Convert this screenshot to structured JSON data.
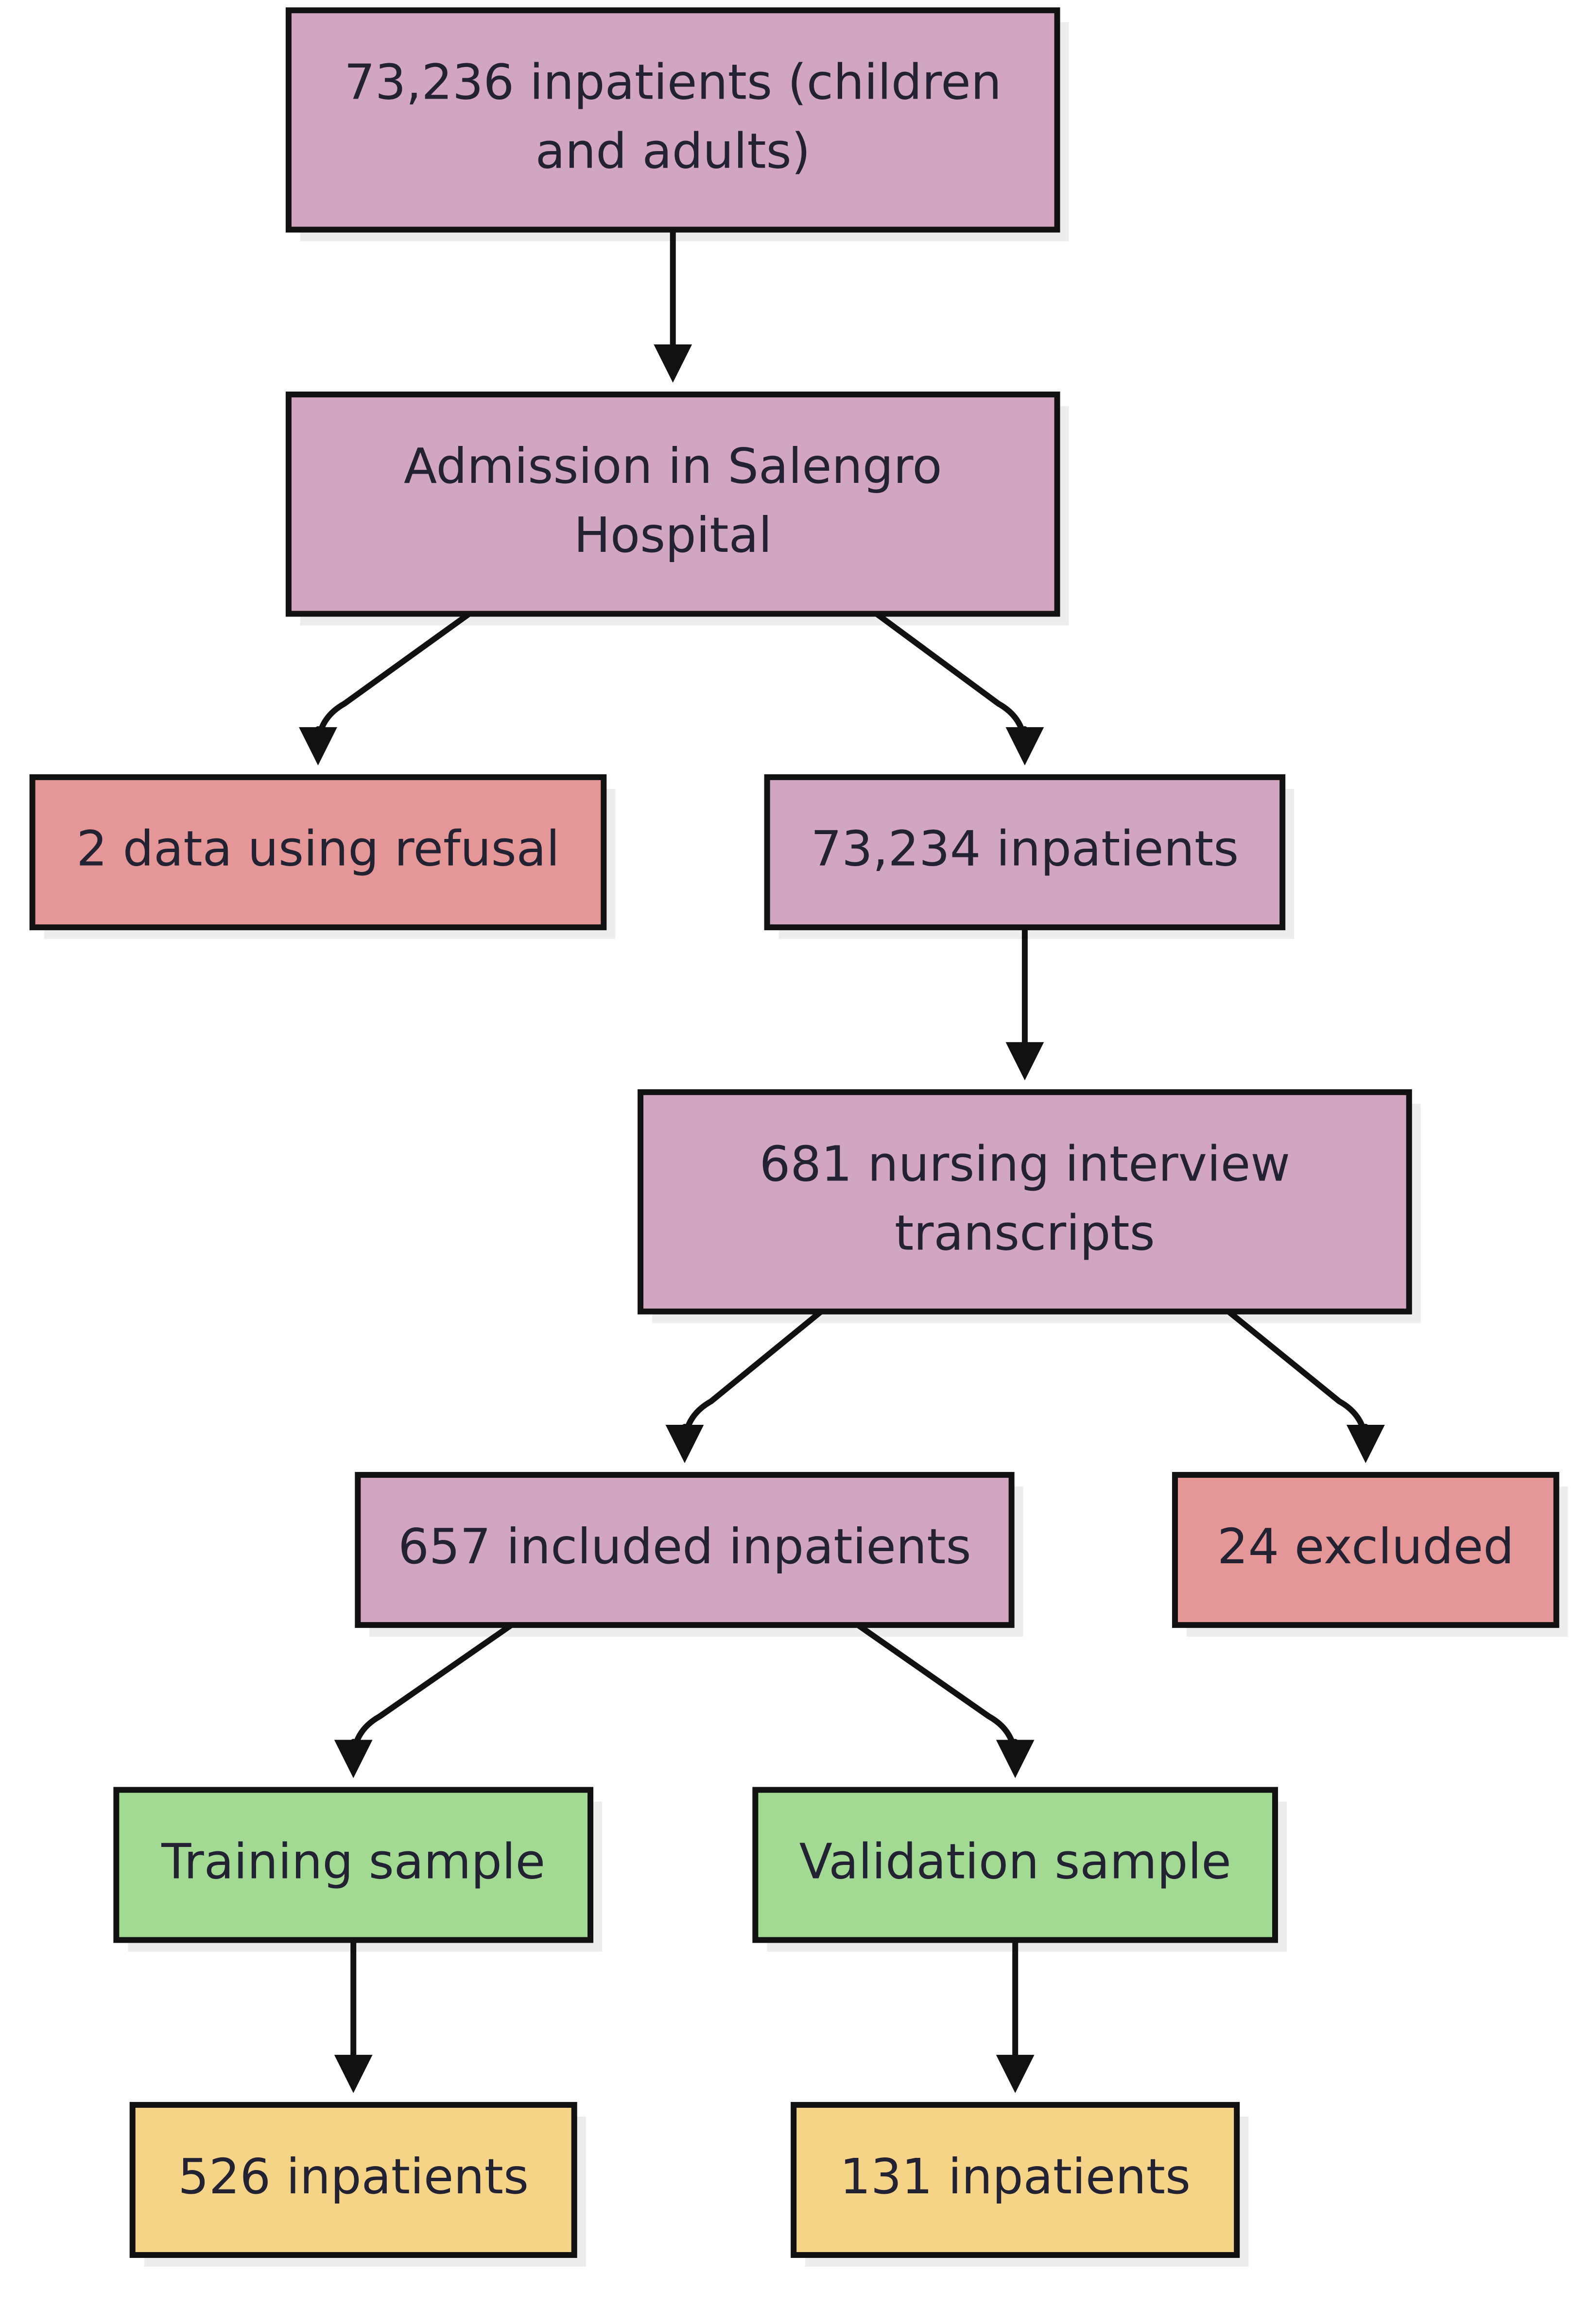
{
  "colors": {
    "main": "#D2A6C1",
    "excluded": "#E59696",
    "sample": "#A2D993",
    "count": "#F5D488",
    "stroke": "#111111",
    "text": "#222233"
  },
  "nodes": {
    "all_inpatients": {
      "lines": [
        "73,236 inpatients (children",
        "and adults)"
      ],
      "color_key": "main"
    },
    "admission": {
      "lines": [
        "Admission in Salengro",
        "Hospital"
      ],
      "color_key": "main"
    },
    "refusal": {
      "lines": [
        "2 data using refusal"
      ],
      "color_key": "excluded"
    },
    "inpatients_73234": {
      "lines": [
        "73,234 inpatients"
      ],
      "color_key": "main"
    },
    "transcripts": {
      "lines": [
        "681 nursing interview",
        "transcripts"
      ],
      "color_key": "main"
    },
    "included": {
      "lines": [
        "657 included inpatients"
      ],
      "color_key": "main"
    },
    "excluded": {
      "lines": [
        "24 excluded"
      ],
      "color_key": "excluded"
    },
    "training": {
      "lines": [
        "Training sample"
      ],
      "color_key": "sample"
    },
    "validation": {
      "lines": [
        "Validation sample"
      ],
      "color_key": "sample"
    },
    "training_count": {
      "lines": [
        "526 inpatients"
      ],
      "color_key": "count"
    },
    "validation_count": {
      "lines": [
        "131 inpatients"
      ],
      "color_key": "count"
    }
  },
  "edges": [
    {
      "from": "all_inpatients",
      "to": "admission"
    },
    {
      "from": "admission",
      "to": "refusal"
    },
    {
      "from": "admission",
      "to": "inpatients_73234"
    },
    {
      "from": "inpatients_73234",
      "to": "transcripts"
    },
    {
      "from": "transcripts",
      "to": "included"
    },
    {
      "from": "transcripts",
      "to": "excluded"
    },
    {
      "from": "included",
      "to": "training"
    },
    {
      "from": "included",
      "to": "validation"
    },
    {
      "from": "training",
      "to": "training_count"
    },
    {
      "from": "validation",
      "to": "validation_count"
    }
  ]
}
